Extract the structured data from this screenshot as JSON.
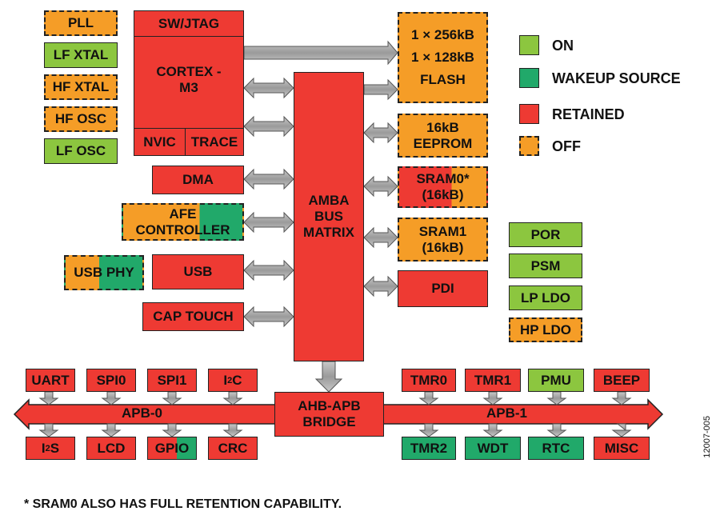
{
  "clocks": [
    "PLL",
    "LF XTAL",
    "HF XTAL",
    "HF OSC",
    "LF OSC"
  ],
  "core": {
    "top": "SW/JTAG",
    "name": "CORTEX -\nM3",
    "nvic": "NVIC",
    "trace": "TRACE"
  },
  "masters": {
    "dma": "DMA",
    "afe": "AFE\nCONTROLLER",
    "usb_phy": "USB PHY",
    "usb": "USB",
    "cap_touch": "CAP TOUCH"
  },
  "bus": {
    "amba": "AMBA\nBUS\nMATRIX",
    "bridge": "AHB-APB\nBRIDGE",
    "apb0": "APB-0",
    "apb1": "APB-1"
  },
  "memories": {
    "flash": "1 × 256kB\n1 × 128kB\nFLASH",
    "eeprom": "16kB\nEEPROM",
    "sram0": "SRAM0*\n(16kB)",
    "sram1": "SRAM1\n(16kB)",
    "pdi": "PDI"
  },
  "legend": {
    "on": "ON",
    "wakeup": "WAKEUP SOURCE",
    "retained": "RETAINED",
    "off": "OFF"
  },
  "legend_colors": {
    "on": "#8cc63f",
    "wakeup": "#21a96a",
    "retained": "#ee3a33",
    "off": "#f59d27"
  },
  "power": [
    "POR",
    "PSM",
    "LP LDO",
    "HP LDO"
  ],
  "apb0_top": [
    "UART",
    "SPI0",
    "SPI1",
    "I2C"
  ],
  "apb0_bottom": [
    "I2S",
    "LCD",
    "GPIO",
    "CRC"
  ],
  "apb1_top": [
    "TMR0",
    "TMR1",
    "PMU",
    "BEEP"
  ],
  "apb1_bottom": [
    "TMR2",
    "WDT",
    "RTC",
    "MISC"
  ],
  "figure_id": "12007-005",
  "footnote": "* SRAM0 ALSO HAS FULL RETENTION CAPABILITY."
}
